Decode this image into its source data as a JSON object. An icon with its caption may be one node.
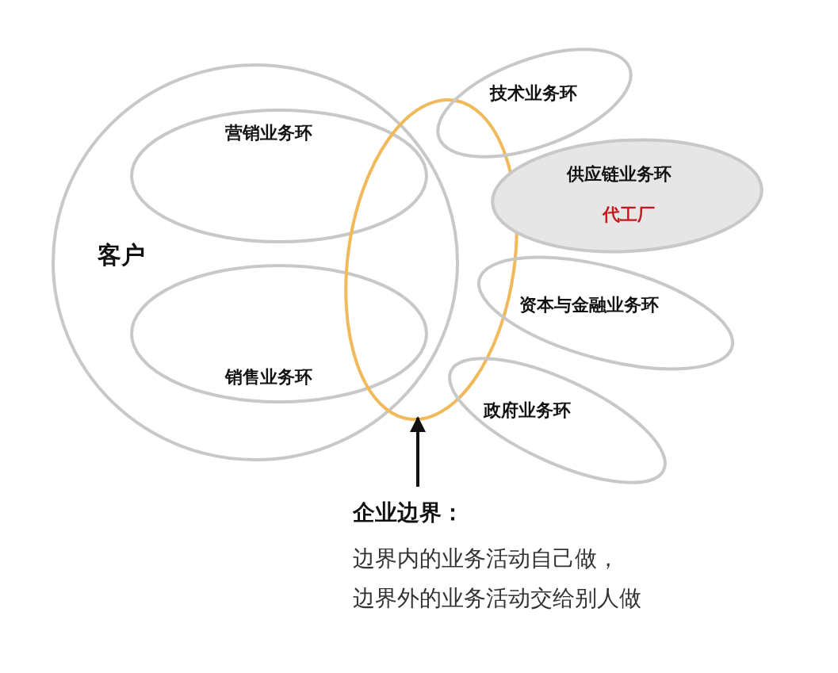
{
  "diagram": {
    "nodes": [
      {
        "text": [
          "客户"
        ]
      },
      {
        "text": [
          "营销业务环"
        ],
        "in": 0
      },
      {
        "text": [
          "销售业务环"
        ],
        "in": 0
      },
      {
        "text": [],
        "shape": "ellipse"
      },
      {
        "text": [
          "技术业务环"
        ]
      },
      {
        "text": [
          "供应链业务环",
          "代工厂"
        ]
      },
      {
        "text": [
          "资本与金融业务环"
        ]
      },
      {
        "text": [
          "政府业务环"
        ]
      },
      {
        "text": [
          "企业边界：",
          "边界内的业务活动自己做，边界外的业务活动交给别人做"
        ]
      }
    ],
    "edges": [
      {
        "from": 8,
        "to": 3,
        "arrow": "to"
      }
    ]
  }
}
